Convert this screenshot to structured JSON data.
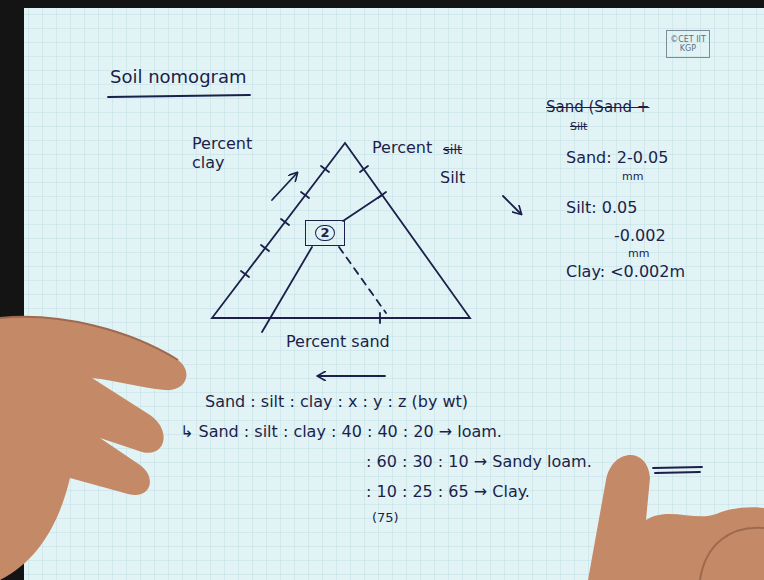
{
  "diagram": {
    "title": "Soil nomogram",
    "nodes": [
      {
        "text": [
          "©CET IIT KGP"
        ]
      },
      {
        "text": [
          "2"
        ]
      }
    ],
    "labels": [
      "Percent clay",
      "Percent",
      "silt",
      "Silt",
      "Percent sand",
      "Sand (Sand +",
      "Silt",
      "Sand: 2-0.05",
      "mm",
      "Silt: 0.05",
      "-0.002",
      "mm",
      "Clay: <0.002m",
      "Sand : silt : clay : x : y : z (by wt)",
      "↳ Sand : silt : clay : 40 : 40 : 20 → loam.",
      ": 60 : 30 : 10 → Sandy loam.",
      ": 10 : 25 : 65 → Clay.",
      "(75)"
    ]
  }
}
